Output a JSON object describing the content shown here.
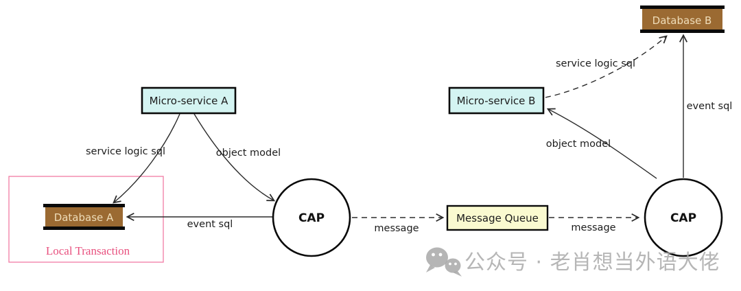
{
  "diagram": {
    "nodes": {
      "microservice_a": "Micro-service A",
      "microservice_b": "Micro-service B",
      "database_a": "Database A",
      "database_b": "Database B",
      "cap_left": "CAP",
      "cap_right": "CAP",
      "message_queue": "Message Queue"
    },
    "cluster": {
      "label": "Local Transaction"
    },
    "edges": {
      "service_logic_sql_left": {
        "label": "service logic sql",
        "from": "microservice_a",
        "to": "database_a",
        "style": "solid"
      },
      "object_model_left": {
        "label": "object model",
        "from": "microservice_a",
        "to": "cap_left",
        "style": "solid"
      },
      "event_sql_left": {
        "label": "event sql",
        "from": "cap_left",
        "to": "database_a",
        "style": "solid"
      },
      "message_left": {
        "label": "message",
        "from": "cap_left",
        "to": "message_queue",
        "style": "dashed"
      },
      "message_right": {
        "label": "message",
        "from": "message_queue",
        "to": "cap_right",
        "style": "dashed"
      },
      "object_model_right": {
        "label": "object model",
        "from": "cap_right",
        "to": "microservice_b",
        "style": "solid"
      },
      "service_logic_sql_right": {
        "label": "service logic sql",
        "from": "microservice_b",
        "to": "database_b",
        "style": "dashed"
      },
      "event_sql_right": {
        "label": "event sql",
        "from": "cap_right",
        "to": "database_b",
        "style": "solid"
      }
    },
    "watermark": {
      "icon": "wechat-icon",
      "text": "公众号 · 老肖想当外语大佬"
    },
    "colors": {
      "microservice_fill": "#d4f4f2",
      "queue_fill": "#fafad0",
      "database_fill": "#9b6a32",
      "database_text": "#efddb9",
      "cluster_border": "#f27ba3",
      "cluster_label": "#e8507e",
      "edge": "#2b2b2b",
      "watermark_gray": "#a9a9a9"
    }
  }
}
